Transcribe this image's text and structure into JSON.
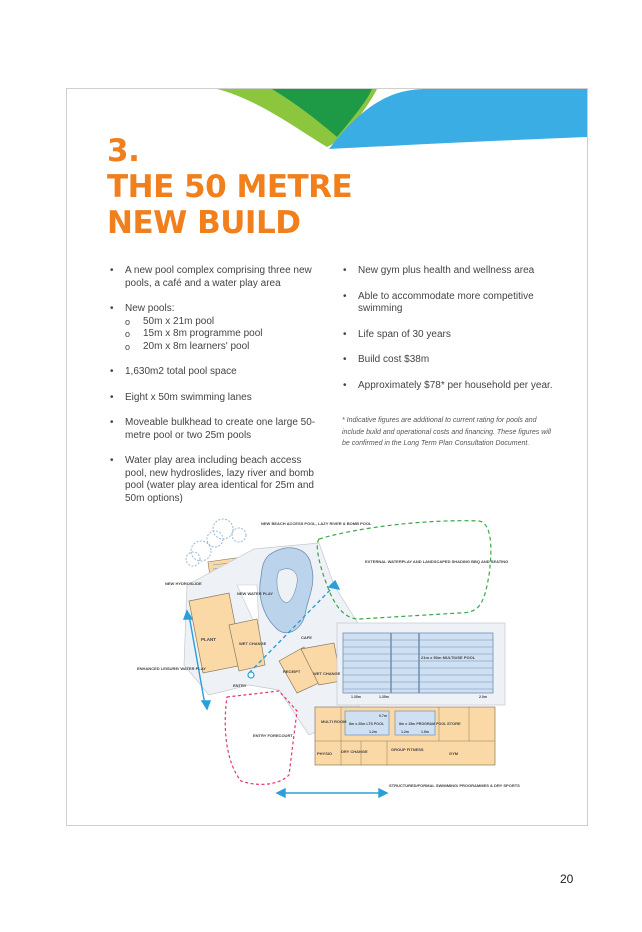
{
  "heading": {
    "number": "3.",
    "line1": "THE 50 METRE",
    "line2": "NEW BUILD"
  },
  "colors": {
    "heading_orange": "#f07f1c",
    "swoosh_lime": "#8cc63f",
    "swoosh_green": "#1e9a46",
    "swoosh_blue": "#3aaee4",
    "plan_building": "#fbd9a6",
    "plan_pool": "#cfe0f2",
    "plan_green_dash": "#3aa64a",
    "plan_pink_dash": "#e6337a",
    "plan_arrow_blue": "#2a9fd8"
  },
  "left_column": [
    {
      "text": "A new pool complex comprising three new pools, a café and a water play area"
    },
    {
      "text": "New pools:",
      "sub": [
        "50m x 21m pool",
        "15m x 8m programme pool",
        "20m x 8m learners' pool"
      ]
    },
    {
      "text": "1,630m2 total pool space"
    },
    {
      "text": "Eight x 50m swimming lanes"
    },
    {
      "text": "Moveable bulkhead to create one large 50-metre pool or two 25m pools"
    },
    {
      "text": "Water play area including beach access pool, new hydroslides, lazy river and bomb pool (water play area identical for 25m and 50m options)"
    }
  ],
  "right_column": [
    {
      "text": "New gym plus health and wellness area"
    },
    {
      "text": "Able to accommodate more competitive swimming"
    },
    {
      "text": "Life span of 30 years"
    },
    {
      "text": "Build cost $38m"
    },
    {
      "text": "Approximately $78* per household per year."
    }
  ],
  "footnote": "* Indicative figures are additional to current rating for pools and include build and operational costs and financing. These figures will be confirmed in the Long Term Plan Consultation Document.",
  "plan_labels": {
    "beach_pool": "NEW BEACH ACCESS POOL, LAZY RIVER & BOMB POOL",
    "hydroslide": "NEW HYDROSLIDE",
    "water_play": "NEW WATER PLAY",
    "external_waterplay": "EXTERNAL WATERPLAY AND LANDSCAPED SHADING BBQ AND SEATING",
    "plant": "PLANT",
    "wet_change_1": "WET CHANGE",
    "cafe": "CAFE",
    "receipt": "RECEIPT",
    "wet_change_2": "WET CHANGE",
    "main_pool": "21m x 50m MULTIUSE POOL",
    "enhanced_leisure": "ENHANCED LEISURE/ WATER PLAY",
    "entry": "ENTRY",
    "entry_forecourt": "ENTRY FORECOURT",
    "multi_room": "MULTI ROOM",
    "lts_pool": "8m x 20m LTS POOL",
    "program_pool": "8m x 15m PROGRAM POOL",
    "store": "STORE",
    "physio": "PHYSIO",
    "dry_change": "DRY CHANGE",
    "group_fitness": "GROUP FITNESS",
    "gym": "GYM",
    "structured": "STRUCTURED/FORMAL SWIMMING/ PROGRAMMES & DRY SPORTS",
    "depth_a": "1.35m",
    "depth_b": "1.35m",
    "depth_c": "2.0m",
    "depth_d": "0.7m",
    "depth_e": "1.2m",
    "depth_f": "1.2m",
    "depth_g": "1.5m"
  },
  "page_number": "20"
}
